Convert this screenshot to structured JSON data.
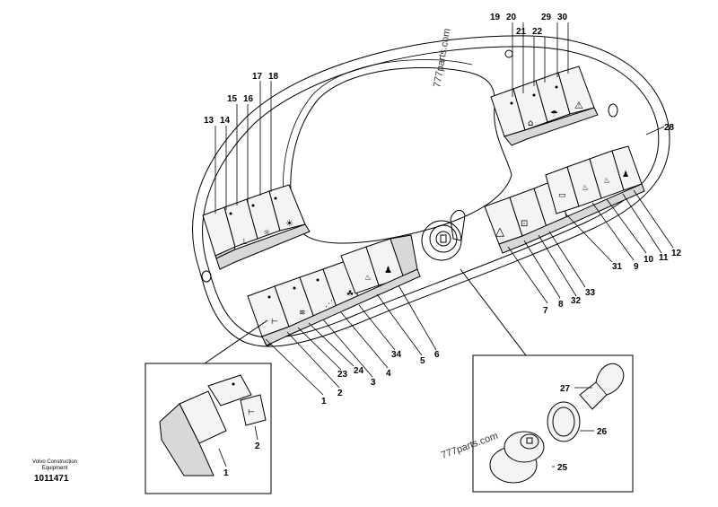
{
  "watermark_top": "777parts.com",
  "watermark_inset": "777parts.com",
  "footer": {
    "maker_line1": "Volvo Construction",
    "maker_line2": "Equipment",
    "part_number": "1011471"
  },
  "callouts": {
    "c1": "1",
    "c2": "2",
    "c3": "3",
    "c4": "4",
    "c5": "5",
    "c6": "6",
    "c7": "7",
    "c8": "8",
    "c9": "9",
    "c10": "10",
    "c11": "11",
    "c12": "12",
    "c13": "13",
    "c14": "14",
    "c15": "15",
    "c16": "16",
    "c17": "17",
    "c18": "18",
    "c19": "19",
    "c20": "20",
    "c21": "21",
    "c22": "22",
    "c23": "23",
    "c24": "24",
    "c25": "25",
    "c26": "26",
    "c27": "27",
    "c28": "28",
    "c29": "29",
    "c30": "30",
    "c31": "31",
    "c32": "32",
    "c33": "33",
    "c34": "34",
    "inset_left_1": "1",
    "inset_left_2": "2"
  }
}
